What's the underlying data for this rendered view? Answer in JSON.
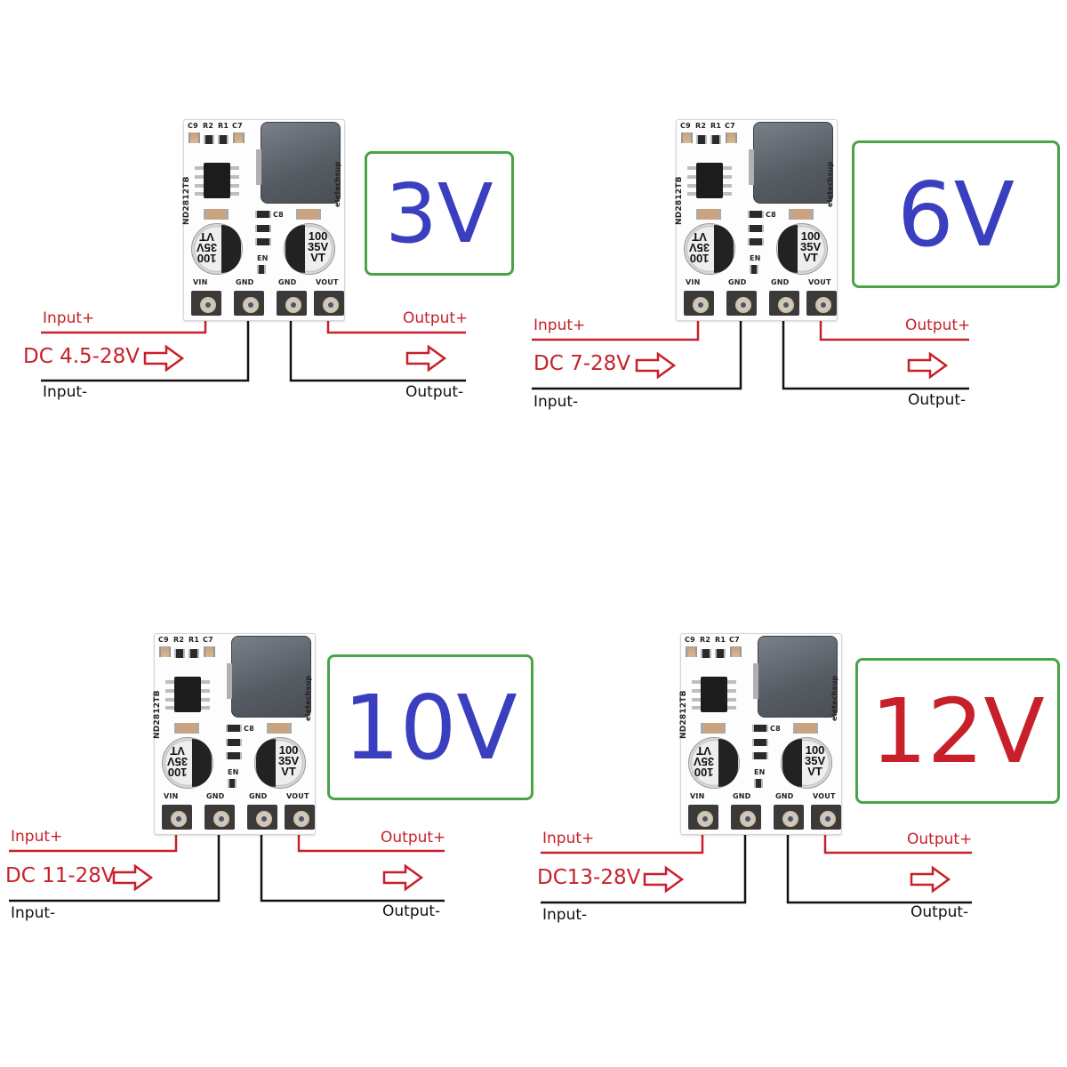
{
  "board_silkscreen": {
    "ref_top": [
      "C9",
      "R2",
      "R1",
      "C7"
    ],
    "model": "ND2812TB",
    "brand": "eletechsup",
    "c8": "C8",
    "en": "EN",
    "cap_left": [
      "100",
      "35V",
      "VT"
    ],
    "cap_right": [
      "100",
      "35V",
      "VT"
    ],
    "pins": [
      "VIN",
      "GND",
      "GND",
      "VOUT"
    ]
  },
  "wiring_labels": {
    "input_plus": "Input+",
    "input_minus": "Input-",
    "output_plus": "Output+",
    "output_minus": "Output-"
  },
  "colors": {
    "red": "#c8202a",
    "blue": "#3a3fbf",
    "green_border": "#4aa347",
    "black": "#111111"
  },
  "modules": [
    {
      "output_voltage": "3V",
      "voltage_color": "#3a3fbf",
      "input_range": "DC 4.5-28V"
    },
    {
      "output_voltage": "6V",
      "voltage_color": "#3a3fbf",
      "input_range": "DC 7-28V"
    },
    {
      "output_voltage": "10V",
      "voltage_color": "#3a3fbf",
      "input_range": "DC 11-28V"
    },
    {
      "output_voltage": "12V",
      "voltage_color": "#c8202a",
      "input_range": "DC13-28V"
    }
  ]
}
